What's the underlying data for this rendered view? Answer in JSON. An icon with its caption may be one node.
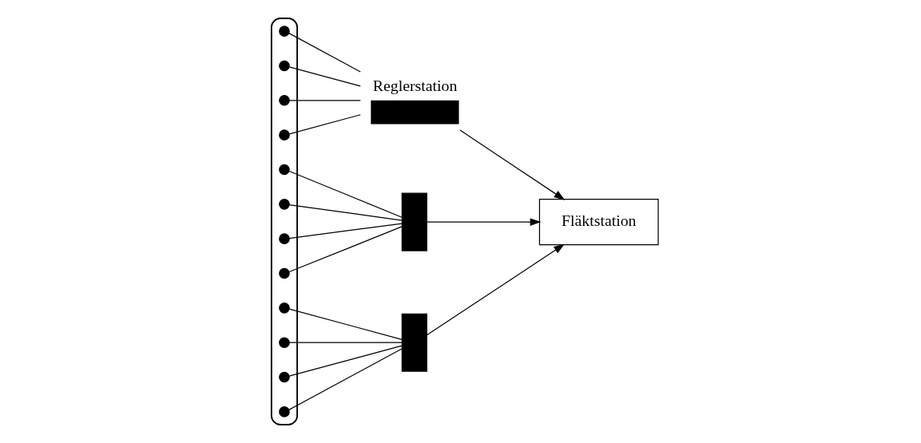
{
  "diagram": {
    "nodes": [
      {
        "text": [],
        "shape": "box"
      },
      {
        "text": [
          "Reglerstation"
        ]
      },
      {
        "text": [],
        "shape": "circle",
        "in": 0
      },
      {
        "text": [],
        "shape": "circle",
        "in": 0
      },
      {
        "text": [],
        "shape": "circle",
        "in": 0
      },
      {
        "text": [],
        "shape": "circle",
        "in": 0
      },
      {
        "text": [],
        "shape": "circle",
        "in": 0
      },
      {
        "text": [],
        "shape": "circle",
        "in": 0
      },
      {
        "text": [],
        "shape": "circle",
        "in": 0
      },
      {
        "text": [],
        "shape": "circle",
        "in": 0
      },
      {
        "text": [],
        "shape": "bar"
      },
      {
        "text": [],
        "shape": "circle",
        "in": 0
      },
      {
        "text": [],
        "shape": "circle",
        "in": 0
      },
      {
        "text": [],
        "shape": "circle",
        "in": 0
      },
      {
        "text": [],
        "shape": "circle",
        "in": 0
      },
      {
        "text": [],
        "shape": "bar"
      },
      {
        "text": [
          "Fläktstation"
        ]
      }
    ],
    "edges": [
      {
        "from": 2,
        "to": 1,
        "arrow": "none"
      },
      {
        "from": 3,
        "to": 1,
        "arrow": "none"
      },
      {
        "from": 4,
        "to": 1,
        "arrow": "none"
      },
      {
        "from": 5,
        "to": 1,
        "arrow": "none"
      },
      {
        "from": 6,
        "to": 10,
        "arrow": "none"
      },
      {
        "from": 7,
        "to": 10,
        "arrow": "none"
      },
      {
        "from": 8,
        "to": 10,
        "arrow": "none"
      },
      {
        "from": 9,
        "to": 10,
        "arrow": "none"
      },
      {
        "from": 11,
        "to": 15,
        "arrow": "none"
      },
      {
        "from": 12,
        "to": 15,
        "arrow": "none"
      },
      {
        "from": 13,
        "to": 15,
        "arrow": "none"
      },
      {
        "from": 14,
        "to": 15,
        "arrow": "none"
      },
      {
        "from": 1,
        "to": 16,
        "arrow": "to"
      },
      {
        "from": 10,
        "to": 16,
        "arrow": "to"
      },
      {
        "from": 15,
        "to": 16,
        "arrow": "to"
      }
    ]
  }
}
